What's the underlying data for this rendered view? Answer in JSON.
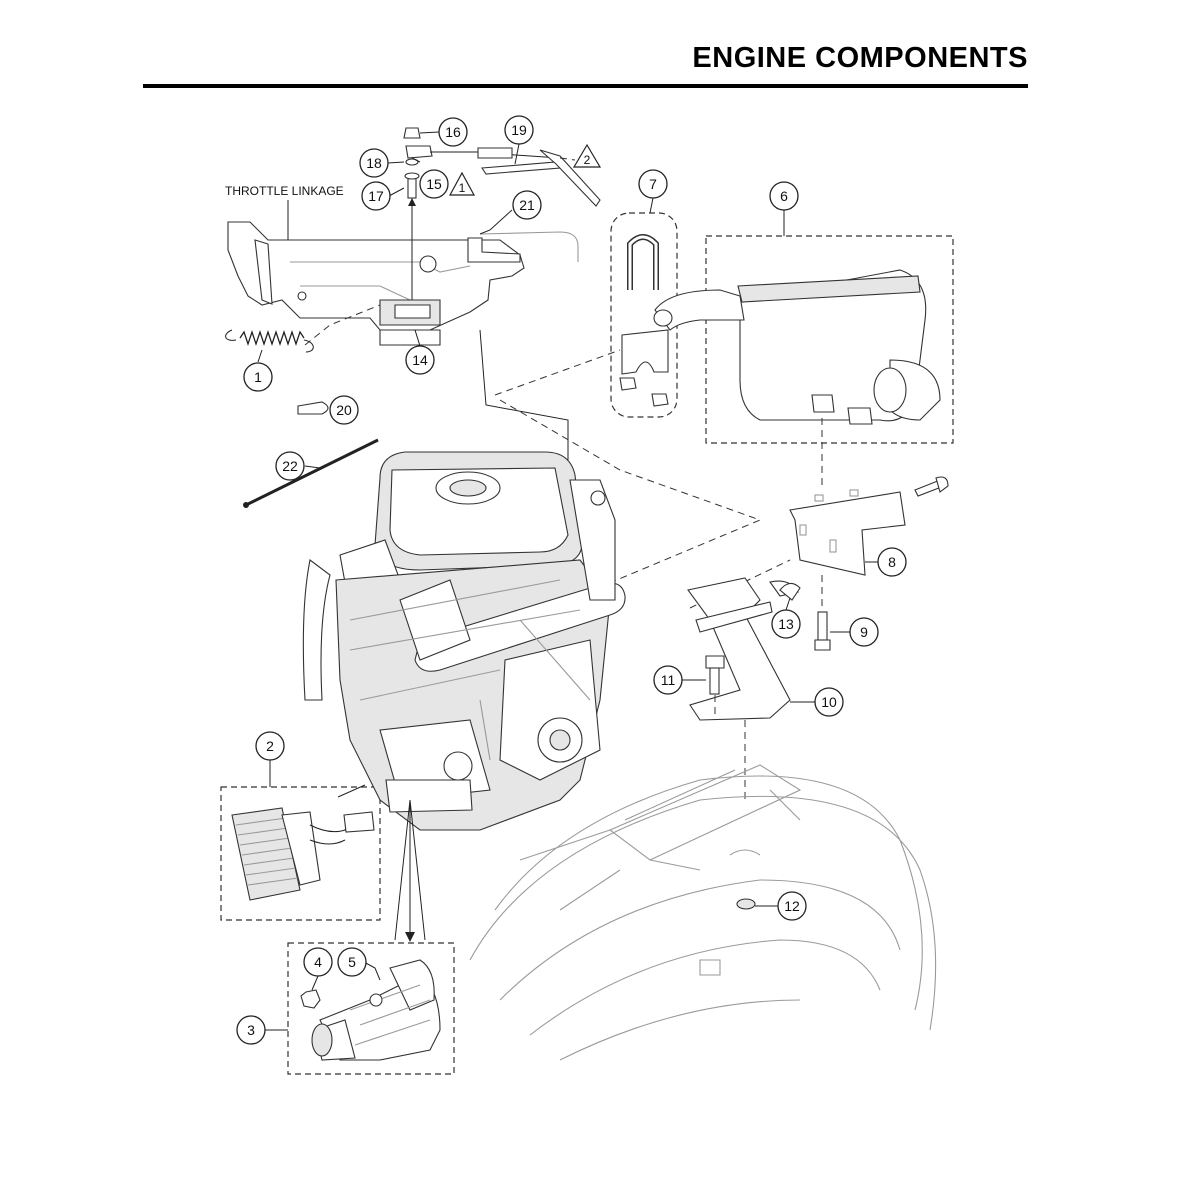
{
  "page": {
    "title": "ENGINE COMPONENTS",
    "subassembly_label": "THROTTLE LINKAGE"
  },
  "callouts": [
    {
      "id": "c1",
      "number": "1"
    },
    {
      "id": "c2",
      "number": "2"
    },
    {
      "id": "c3",
      "number": "3"
    },
    {
      "id": "c4",
      "number": "4"
    },
    {
      "id": "c5",
      "number": "5"
    },
    {
      "id": "c6",
      "number": "6"
    },
    {
      "id": "c7",
      "number": "7"
    },
    {
      "id": "c8",
      "number": "8"
    },
    {
      "id": "c9",
      "number": "9"
    },
    {
      "id": "c10",
      "number": "10"
    },
    {
      "id": "c11",
      "number": "11"
    },
    {
      "id": "c12",
      "number": "12"
    },
    {
      "id": "c13",
      "number": "13"
    },
    {
      "id": "c14",
      "number": "14"
    },
    {
      "id": "c15",
      "number": "15"
    },
    {
      "id": "c16",
      "number": "16"
    },
    {
      "id": "c17",
      "number": "17"
    },
    {
      "id": "c18",
      "number": "18"
    },
    {
      "id": "c19",
      "number": "19"
    },
    {
      "id": "c20",
      "number": "20"
    },
    {
      "id": "c21",
      "number": "21"
    },
    {
      "id": "c22",
      "number": "22"
    }
  ],
  "warnings": [
    {
      "id": "w1",
      "number": "1"
    },
    {
      "id": "w2",
      "number": "2"
    }
  ]
}
